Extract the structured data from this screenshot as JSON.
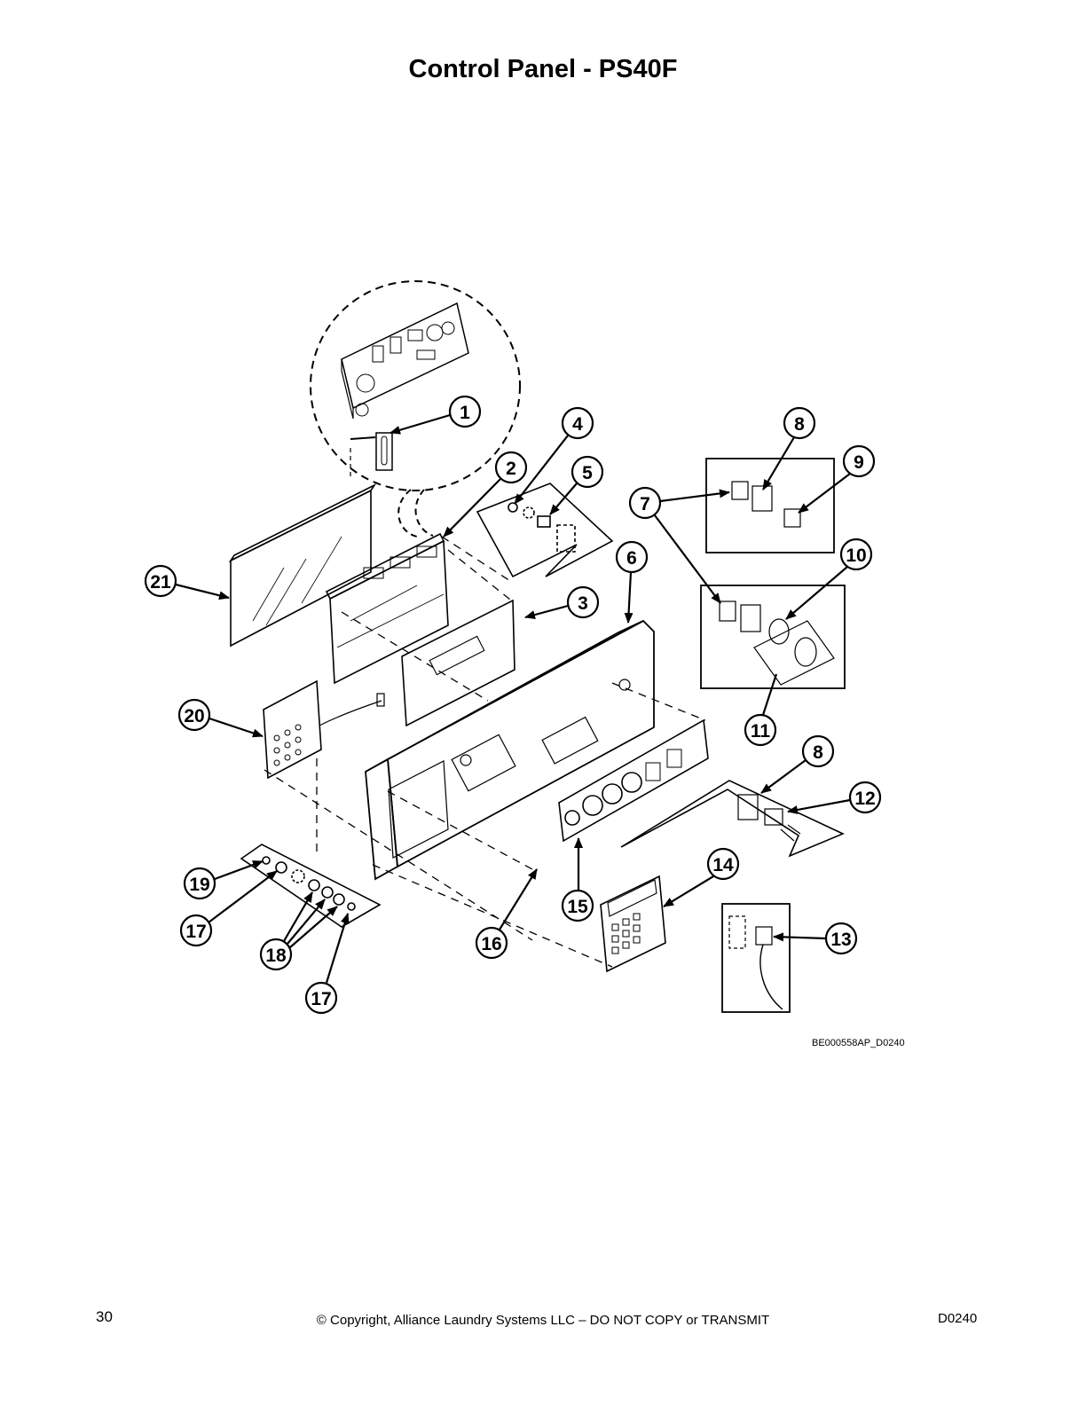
{
  "page": {
    "title": "Control Panel - PS40F",
    "figure_id": "BE000558AP_D0240",
    "page_number": "30",
    "copyright": "© Copyright, Alliance Laundry Systems LLC – DO NOT COPY or TRANSMIT",
    "doc_code": "D0240"
  },
  "callouts": [
    {
      "label": "1"
    },
    {
      "label": "2"
    },
    {
      "label": "3"
    },
    {
      "label": "4"
    },
    {
      "label": "5"
    },
    {
      "label": "6"
    },
    {
      "label": "7"
    },
    {
      "label": "8"
    },
    {
      "label": "9"
    },
    {
      "label": "10"
    },
    {
      "label": "11"
    },
    {
      "label": "8"
    },
    {
      "label": "12"
    },
    {
      "label": "13"
    },
    {
      "label": "14"
    },
    {
      "label": "15"
    },
    {
      "label": "16"
    },
    {
      "label": "17"
    },
    {
      "label": "17"
    },
    {
      "label": "18"
    },
    {
      "label": "19"
    },
    {
      "label": "20"
    },
    {
      "label": "21"
    }
  ]
}
